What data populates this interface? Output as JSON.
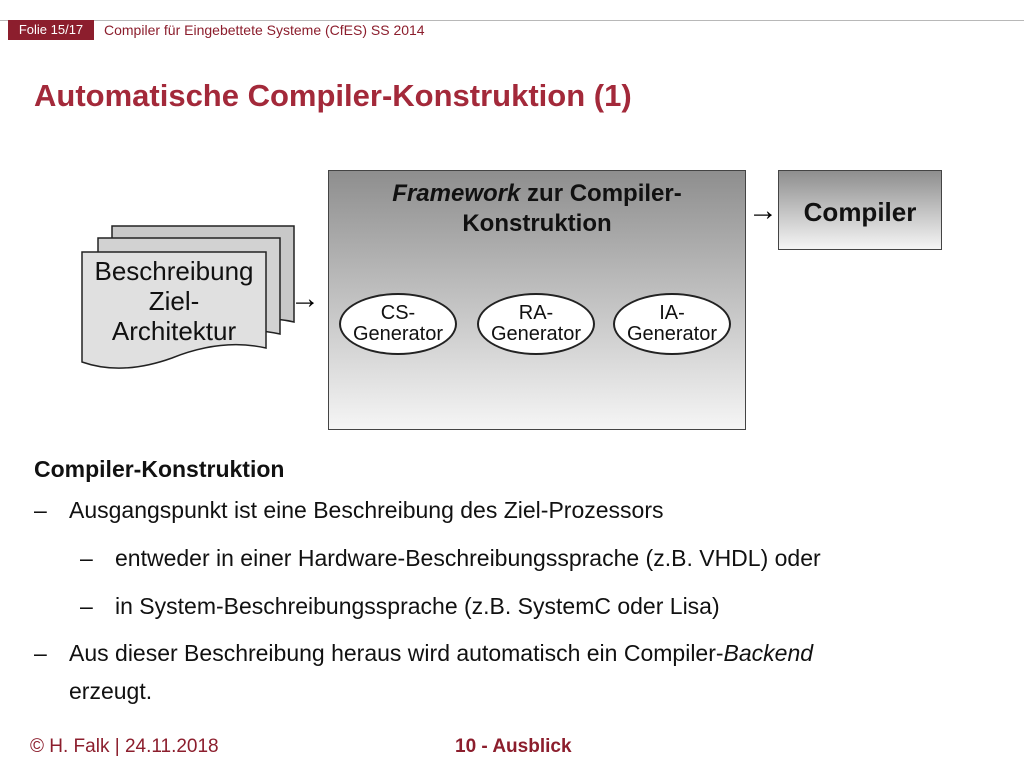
{
  "header": {
    "slide_number": "Folie 15/17",
    "course": "Compiler für Eingebettete Systeme (CfES) SS 2014"
  },
  "title": "Automatische Compiler-Konstruktion (1)",
  "diagram": {
    "doc_lines": [
      "Beschreibung",
      "Ziel-",
      "Architektur"
    ],
    "framework_italic": "Framework",
    "framework_rest": " zur Compiler-",
    "framework_line2": "Konstruktion",
    "generators": [
      {
        "line1": "CS-",
        "line2": "Generator"
      },
      {
        "line1": "RA-",
        "line2": "Generator"
      },
      {
        "line1": "IA-",
        "line2": "Generator"
      }
    ],
    "compiler": "Compiler",
    "arrow": "→"
  },
  "body": {
    "heading": "Compiler-Konstruktion",
    "dash": "–",
    "item1": "Ausgangspunkt ist eine Beschreibung des Ziel-Prozessors",
    "sub1": "entweder in einer Hardware-Beschreibungssprache (z.B. VHDL) oder",
    "sub2": "in System-Beschreibungssprache (z.B. SystemC oder Lisa)",
    "item2_a": "Aus dieser Beschreibung heraus wird automatisch ein Compiler-",
    "item2_b": "Backend",
    "item2_c": "erzeugt."
  },
  "footer": {
    "author": "© H. Falk | 24.11.2018",
    "chapter": "10 - Ausblick"
  }
}
